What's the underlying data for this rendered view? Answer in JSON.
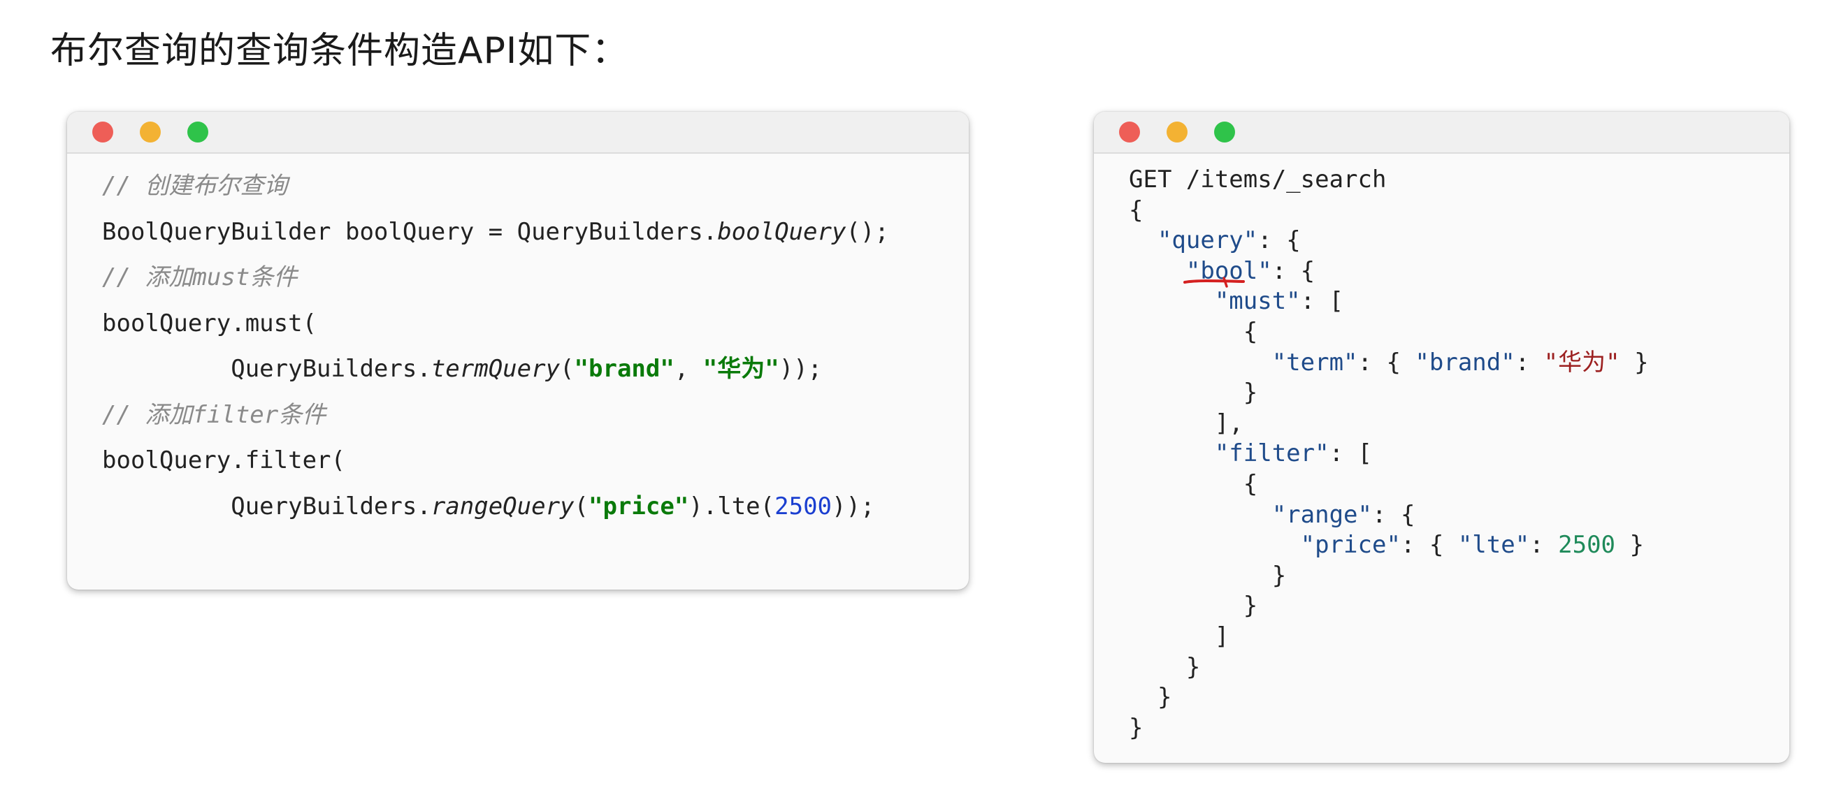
{
  "title": "布尔查询的查询条件构造API如下：",
  "window_dots": [
    "red-dot",
    "yellow-dot",
    "green-dot"
  ],
  "java": {
    "comment1": "// 创建布尔查询",
    "l2_a": "BoolQueryBuilder boolQuery = QueryBuilders.",
    "l2_b": "boolQuery",
    "l2_c": "();",
    "comment2": "// 添加must条件",
    "l4": "boolQuery.must(",
    "l5_indent": "         ",
    "l5_a": "QueryBuilders.",
    "l5_b": "termQuery",
    "l5_c": "(",
    "l5_d": "\"brand\"",
    "l5_e": ", ",
    "l5_f": "\"华为\"",
    "l5_g": "));",
    "comment3": "// 添加filter条件",
    "l7": "boolQuery.filter(",
    "l8_indent": "         ",
    "l8_a": "QueryBuilders.",
    "l8_b": "rangeQuery",
    "l8_c": "(",
    "l8_d": "\"price\"",
    "l8_e": ").lte(",
    "l8_f": "2500",
    "l8_g": "));"
  },
  "dsl": {
    "l1": "GET /items/_search",
    "l2": "{",
    "l3_indent": "  ",
    "l3_key": "\"query\"",
    "l3_rest": ": {",
    "l4_indent": "    ",
    "l4_key": "\"bool\"",
    "l4_rest": ": {",
    "l5_indent": "      ",
    "l5_key": "\"must\"",
    "l5_rest": ": [",
    "l6": "        {",
    "l7_indent": "          ",
    "l7_key": "\"term\"",
    "l7_mid": ": { ",
    "l7_key2": "\"brand\"",
    "l7_mid2": ": ",
    "l7_val": "\"华为\"",
    "l7_end": " }",
    "l8": "        }",
    "l9": "      ],",
    "l10_indent": "      ",
    "l10_key": "\"filter\"",
    "l10_rest": ": [",
    "l11": "        {",
    "l12_indent": "          ",
    "l12_key": "\"range\"",
    "l12_rest": ": {",
    "l13_indent": "            ",
    "l13_key": "\"price\"",
    "l13_mid": ": { ",
    "l13_key2": "\"lte\"",
    "l13_mid2": ": ",
    "l13_val": "2500",
    "l13_end": " }",
    "l14": "          }",
    "l15": "        }",
    "l16": "      ]",
    "l17": "    }",
    "l18": "  }",
    "l19": "}"
  },
  "colors": {
    "comment": "#8a8a8a",
    "java_string": "#0a7a0a",
    "java_number": "#1b3fd0",
    "json_key": "#1f4b8a",
    "json_string_value": "#9c2020",
    "json_number": "#1f8a5a",
    "annotation_pen": "#d42020"
  }
}
